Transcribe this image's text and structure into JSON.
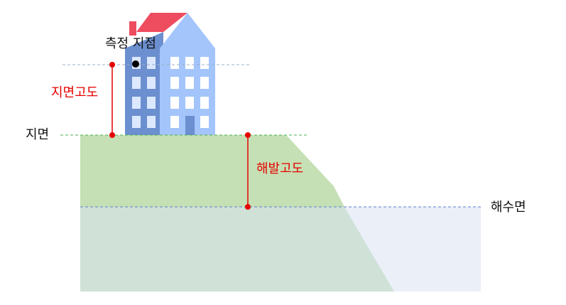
{
  "labels": {
    "measurement_point": "측정 지점",
    "ground_height": "지면고도",
    "ground": "지면",
    "altitude": "해발고도",
    "sea_level": "해수면"
  },
  "colors": {
    "roof": "#ee4d5f",
    "building_dark": "#6b8fcf",
    "building_light": "#a3c5fb",
    "window": "#dce8ff",
    "land": "#c5e0b4",
    "land_underwater": "#d0e2d8",
    "sea": "#eaeff8",
    "annotation": "#e60000",
    "ground_line": "#4caf50",
    "sea_line": "#5b7fc7",
    "measure_line": "#9bb0c8"
  }
}
